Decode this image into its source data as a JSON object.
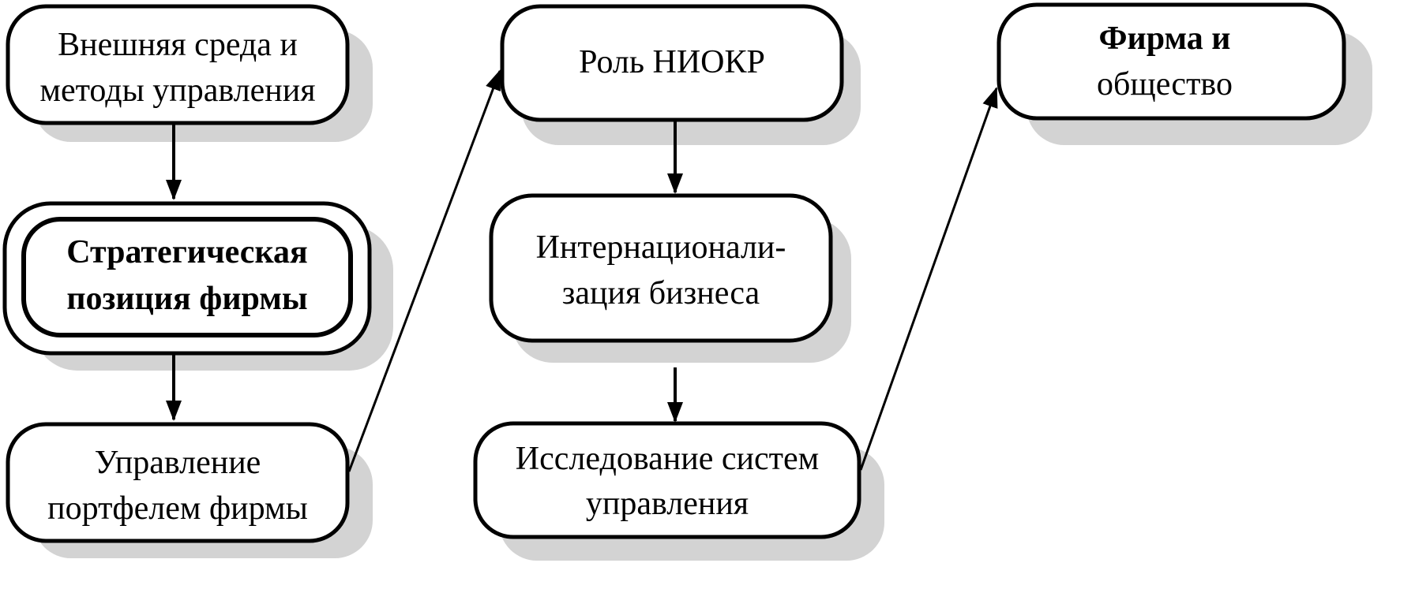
{
  "diagram": {
    "nodes": {
      "external_env": {
        "line1": "Внешняя среда и",
        "line2": "методы управления"
      },
      "strategic_position": {
        "line1": "Стратегическая",
        "line2": "позиция фирмы"
      },
      "portfolio_mgmt": {
        "line1": "Управление",
        "line2": "портфелем фирмы"
      },
      "rnd_role": {
        "line1": "Роль НИОКР"
      },
      "internationalization": {
        "line1": "Интернационали-",
        "line2": "зация бизнеса"
      },
      "mgmt_systems_research": {
        "line1": "Исследование систем",
        "line2": "управления"
      },
      "firm_society": {
        "line1": "Фирма и",
        "line2": "общество"
      }
    }
  },
  "colors": {
    "stroke": "#000000",
    "fill": "#ffffff",
    "shadow": "#d3d3d3"
  }
}
